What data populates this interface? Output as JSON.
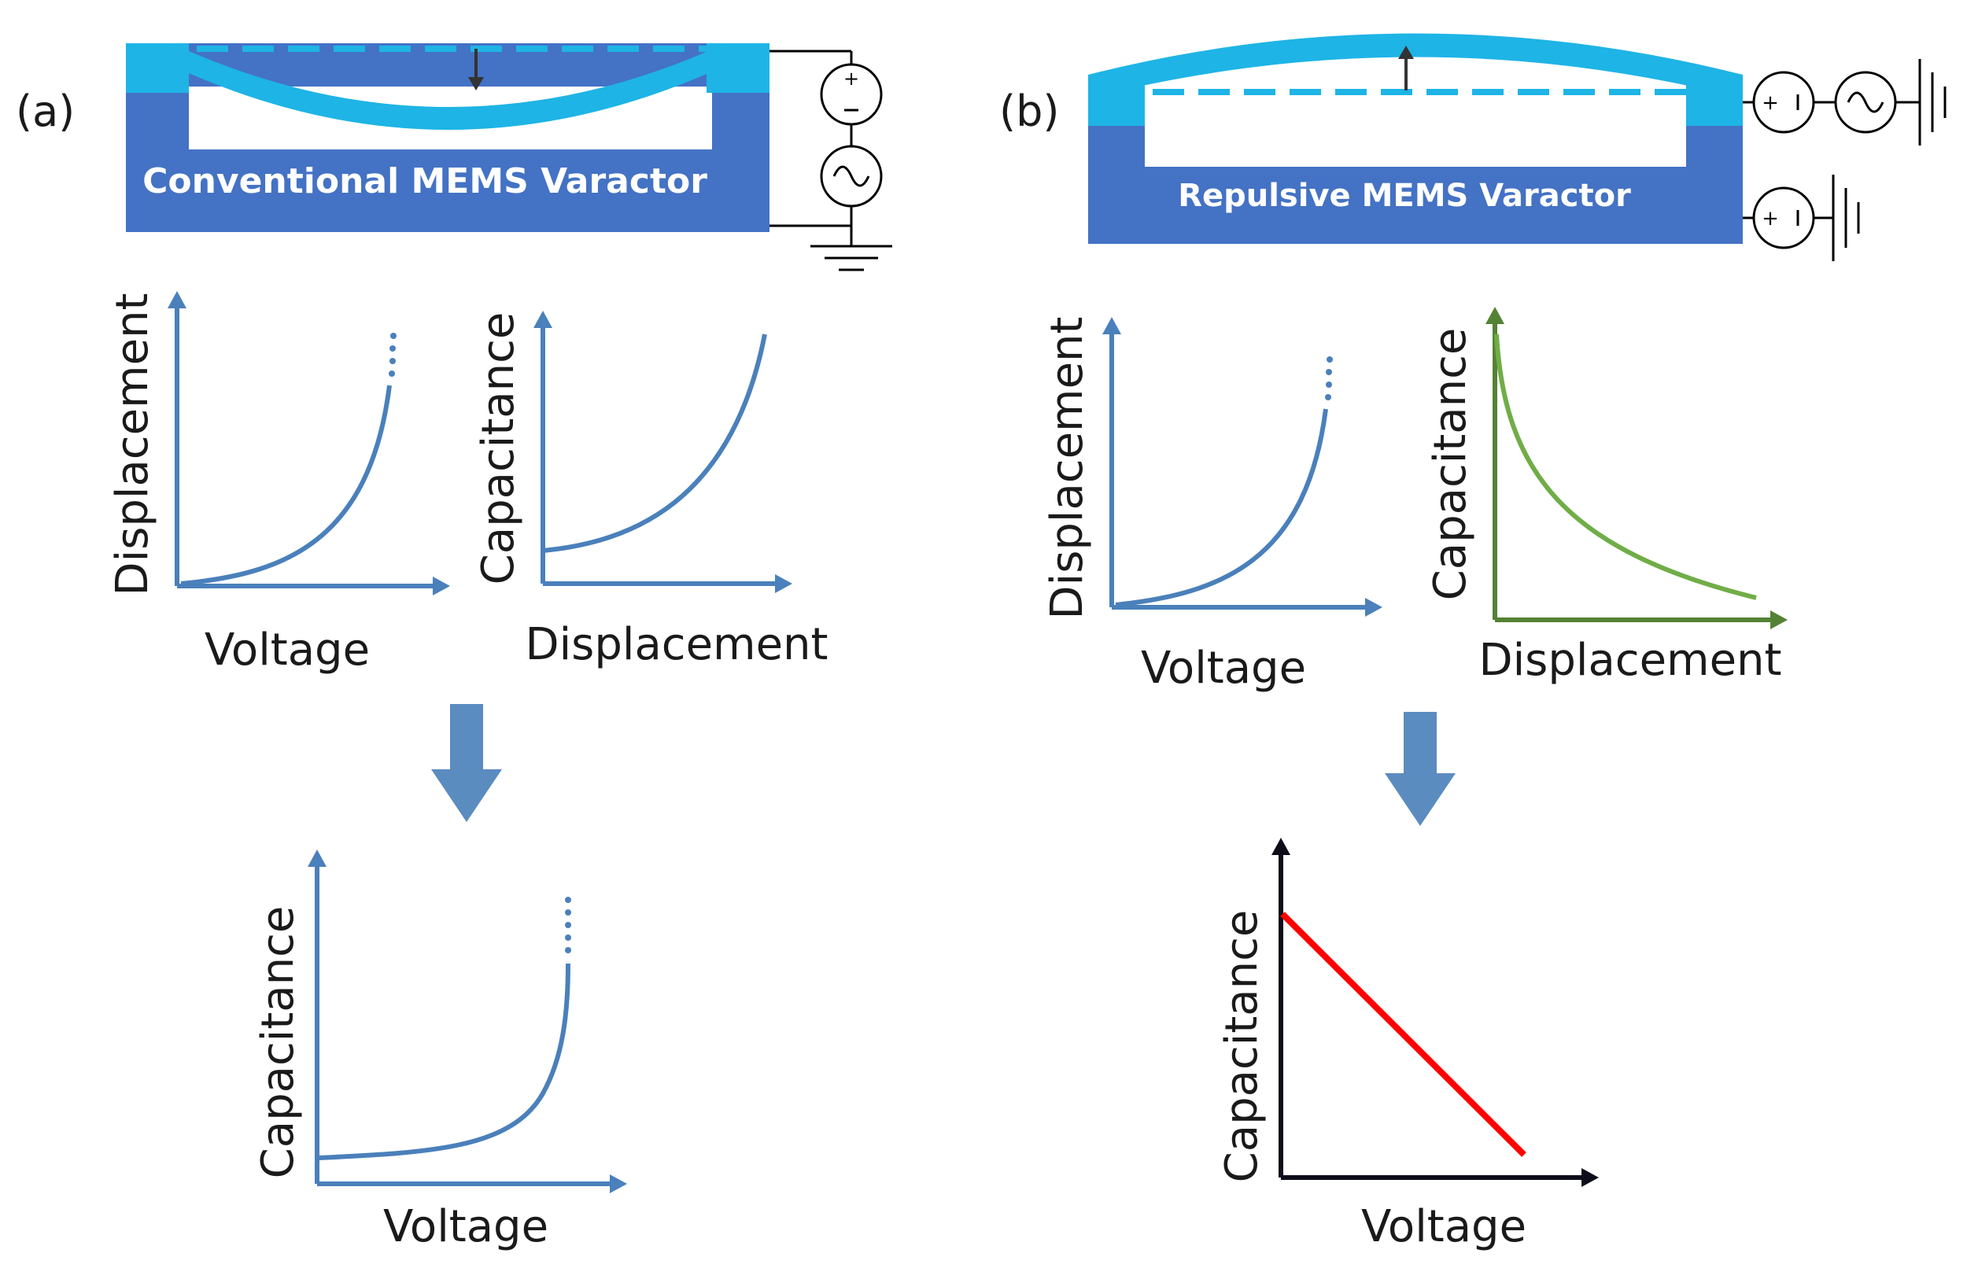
{
  "panels": {
    "a": {
      "tag": "(a)",
      "device_label": "Conventional MEMS Varactor",
      "plot1": {
        "ylabel": "Displacement",
        "xlabel": "Voltage"
      },
      "plot2": {
        "ylabel": "Capacitance",
        "xlabel": "Displacement"
      },
      "plot3": {
        "ylabel": "Capacitance",
        "xlabel": "Voltage"
      }
    },
    "b": {
      "tag": "(b)",
      "device_label": "Repulsive MEMS Varactor",
      "plot1": {
        "ylabel": "Displacement",
        "xlabel": "Voltage"
      },
      "plot2": {
        "ylabel": "Capacitance",
        "xlabel": "Displacement"
      },
      "plot3": {
        "ylabel": "Capacitance",
        "xlabel": "Voltage"
      }
    }
  },
  "colors": {
    "substrate": "#4472c4",
    "beam": "#1eb4e6",
    "dashed_line": "#1eb4e6",
    "blue_curve": "#4a80bb",
    "blue_axis": "#4a80bb",
    "green_curve": "#70ad47",
    "green_axis": "#548235",
    "red_curve": "#ff0000",
    "black_axis": "#0d0d1a",
    "flow_arrow": "#5b8cc0",
    "circuit": "#000000"
  },
  "icons": {
    "dc_source": "dc-voltage-source-icon",
    "ac_source": "ac-voltage-source-icon",
    "ground": "ground-icon",
    "flow_arrow": "down-arrow-icon"
  }
}
